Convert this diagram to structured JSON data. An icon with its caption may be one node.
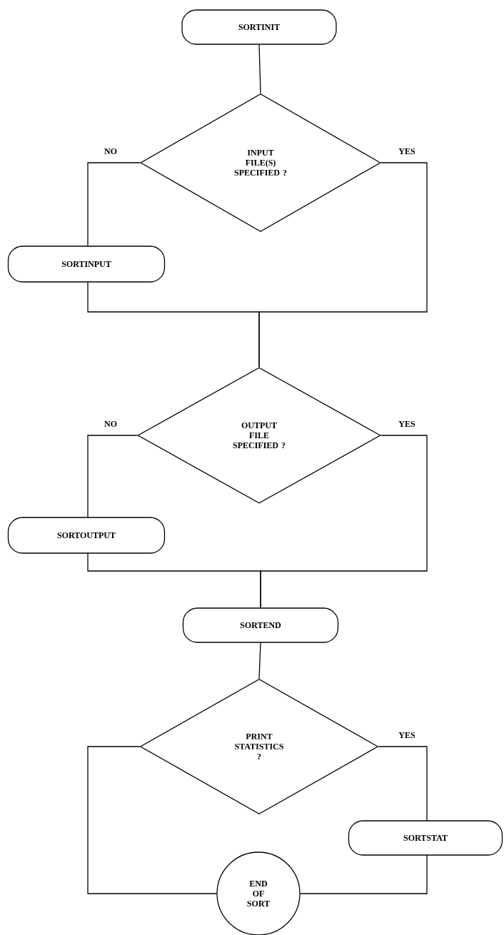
{
  "diagram": {
    "nodes": [
      {
        "text": [
          "SORTINIT"
        ]
      },
      {
        "text": [
          "INPUT FILE(S) SPECIFIED ?"
        ]
      },
      {
        "text": [
          "SORTINPUT"
        ]
      },
      {
        "text": [
          "OUTPUT FILE SPECIFIED ?"
        ]
      },
      {
        "text": [
          "SORTOUTPUT"
        ]
      },
      {
        "text": [
          "SORTEND"
        ]
      },
      {
        "text": [
          "PRINT STATISTICS ?"
        ]
      },
      {
        "text": [
          "SORTSTAT"
        ]
      },
      {
        "text": [
          "END OF SORT"
        ]
      }
    ],
    "edges": [
      {
        "from": 0,
        "to": 1,
        "arrow": "none"
      },
      {
        "from": 1,
        "to": 2,
        "arrow": "none",
        "label": "NO"
      },
      {
        "from": 2,
        "to": 3,
        "arrow": "none"
      },
      {
        "from": 1,
        "to": 3,
        "arrow": "none",
        "label": "YES"
      },
      {
        "from": 3,
        "to": 4,
        "arrow": "none",
        "label": "NO"
      },
      {
        "from": 4,
        "to": 5,
        "arrow": "none"
      },
      {
        "from": 3,
        "to": 5,
        "arrow": "none",
        "label": "YES"
      },
      {
        "from": 5,
        "to": 6,
        "arrow": "none"
      },
      {
        "from": 6,
        "to": 7,
        "arrow": "none",
        "label": "YES"
      },
      {
        "from": 7,
        "to": 8,
        "arrow": "none"
      },
      {
        "from": 6,
        "to": 8,
        "arrow": "none"
      }
    ]
  }
}
